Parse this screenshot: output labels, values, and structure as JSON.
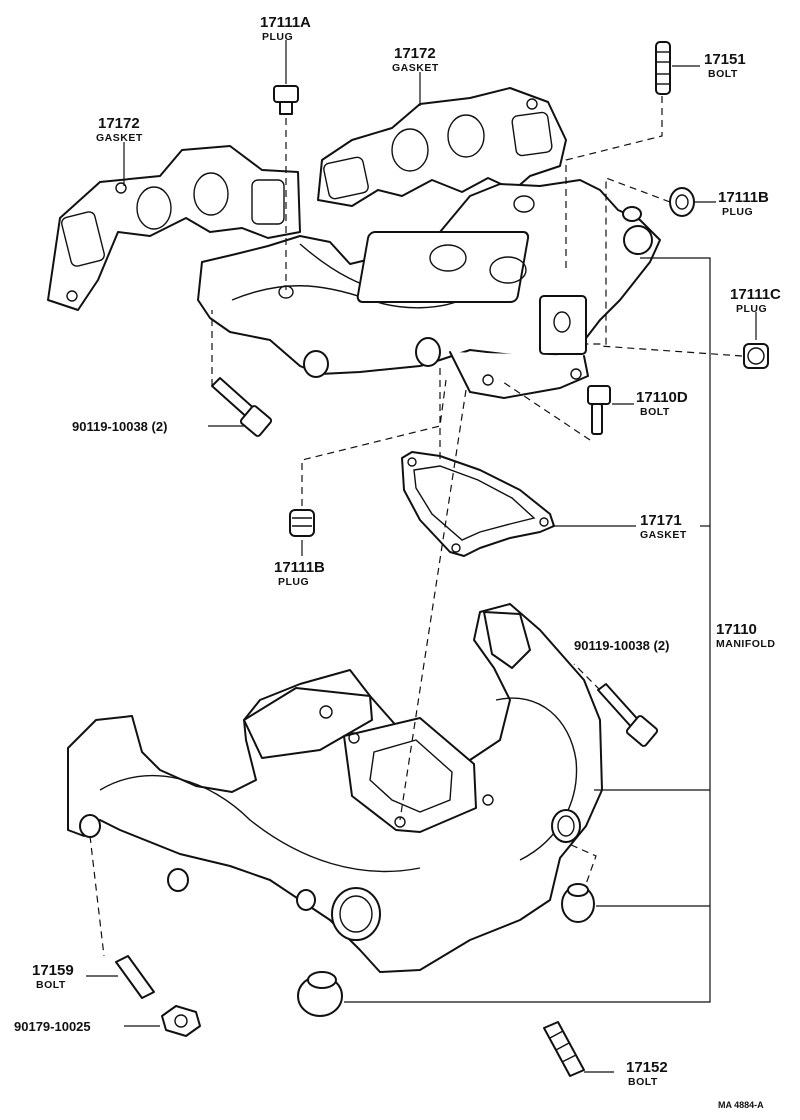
{
  "callouts": {
    "plug_17111a": {
      "part_no": "17111A",
      "desc": "PLUG"
    },
    "gasket_17172_right": {
      "part_no": "17172",
      "desc": "GASKET"
    },
    "gasket_17172_left": {
      "part_no": "17172",
      "desc": "GASKET"
    },
    "bolt_17151": {
      "part_no": "17151",
      "desc": "BOLT"
    },
    "plug_17111b_top": {
      "part_no": "17111B",
      "desc": "PLUG"
    },
    "plug_17111c": {
      "part_no": "17111C",
      "desc": "PLUG"
    },
    "bolt_17110d": {
      "part_no": "17110D",
      "desc": "BOLT"
    },
    "bolt_90119_top": {
      "part_no": "90119-10038 (2)"
    },
    "plug_17111b_bottom": {
      "part_no": "17111B",
      "desc": "PLUG"
    },
    "gasket_17171": {
      "part_no": "17171",
      "desc": "GASKET"
    },
    "manifold_17110": {
      "part_no": "17110",
      "desc": "MANIFOLD"
    },
    "bolt_90119_right": {
      "part_no": "90119-10038 (2)"
    },
    "bolt_17159": {
      "part_no": "17159",
      "desc": "BOLT"
    },
    "nut_90179": {
      "part_no": "90179-10025"
    },
    "bolt_17152": {
      "part_no": "17152",
      "desc": "BOLT"
    }
  },
  "figure_ref": "MA 4884-A"
}
